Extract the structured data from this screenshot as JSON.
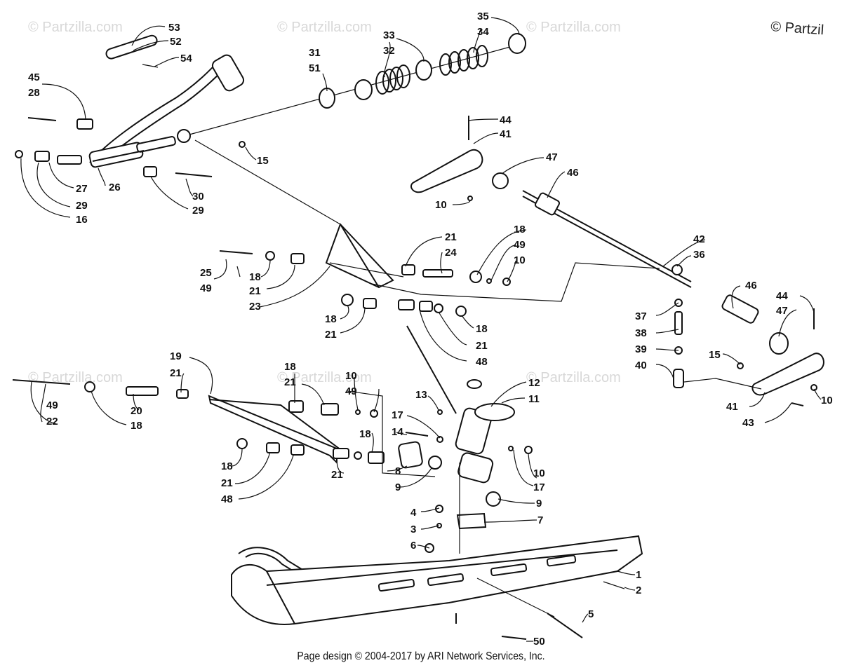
{
  "watermarks": {
    "text": "© Partzilla.com",
    "corner_text": "© Partzil"
  },
  "footer": "Page design © 2004-2017 by ARI Network Services, Inc.",
  "callouts": [
    "53",
    "52",
    "54",
    "45",
    "28",
    "31",
    "51",
    "33",
    "32",
    "35",
    "34",
    "15",
    "27",
    "29",
    "16",
    "26",
    "30",
    "29",
    "44",
    "41",
    "47",
    "46",
    "10",
    "21",
    "24",
    "18",
    "49",
    "10",
    "25",
    "49",
    "18",
    "21",
    "23",
    "42",
    "36",
    "18",
    "21",
    "18",
    "21",
    "48",
    "46",
    "44",
    "47",
    "37",
    "38",
    "39",
    "40",
    "15",
    "41",
    "43",
    "10",
    "19",
    "21",
    "18",
    "21",
    "10",
    "49",
    "13",
    "12",
    "11",
    "49",
    "22",
    "20",
    "18",
    "17",
    "14",
    "18",
    "18",
    "21",
    "48",
    "21",
    "8",
    "9",
    "10",
    "17",
    "9",
    "4",
    "3",
    "7",
    "6",
    "1",
    "2",
    "5",
    "50"
  ]
}
